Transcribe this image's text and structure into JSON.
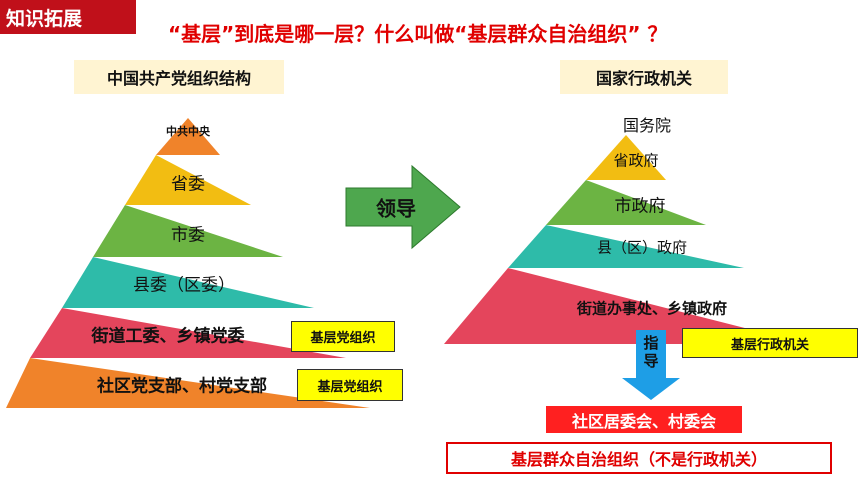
{
  "tag": "知识拓展",
  "headline": "“基层”到底是哪一层？什么叫做“基层群众自治组织” ？",
  "left": {
    "title": "中国共产党组织结构",
    "levels": [
      "中共中央",
      "省委",
      "市委",
      "县委（区委）",
      "街道工委、乡镇党委",
      "社区党支部、村党支部"
    ],
    "tags": [
      "基层党组织",
      "基层党组织"
    ]
  },
  "lead_arrow": "领导",
  "right": {
    "title": "国家行政机关",
    "levels": [
      "国务院",
      "省政府",
      "市政府",
      "县（区）政府",
      "街道办事处、乡镇政府"
    ],
    "tag": "基层行政机关",
    "guide_arrow": "指导",
    "community": "社区居委会、村委会",
    "note": "基层群众自治组织（不是行政机关）"
  },
  "colors": {
    "orange": "#f0832a",
    "yellow": "#f2bd12",
    "green": "#6cb443",
    "teal": "#2ebba9",
    "red": "#e4455c",
    "accent": "#e00000"
  }
}
